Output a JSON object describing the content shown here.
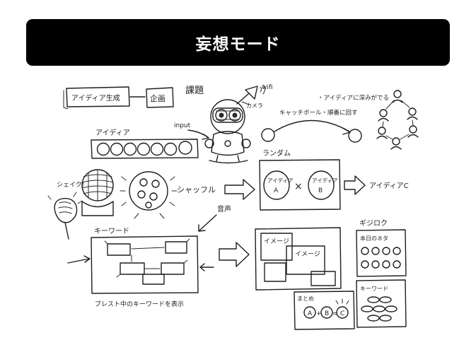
{
  "header": {
    "title": "妄想モード"
  },
  "sketch": {
    "idea_gen_box": "アイディア生成",
    "plan_box": "企画",
    "topic": "課題",
    "wifi": "wifi",
    "camera": "カメラ",
    "input": "input",
    "idea_label": "アイディア",
    "catchball_line1": "・アイディアに深みがでる",
    "catchball_line2": "キャッチボール・順番に回す",
    "shake": "シェイク!",
    "shuffle": "シャッフル",
    "random": "ランダム",
    "idea_a_1": "アイディア",
    "idea_a_2": "A",
    "idea_b_1": "アイディア",
    "idea_b_2": "B",
    "times": "×",
    "idea_c": "アイディアC",
    "voice": "音声",
    "keyword": "キーワード",
    "brainstorm_display": "ブレスト中のキーワードを表示",
    "image1": "イメージ",
    "image2": "イメージ",
    "log": "ギジロク",
    "today_net": "本日のネタ",
    "keyword2": "キーワード",
    "summary": "まとめ",
    "sum_a": "A",
    "sum_b": "B",
    "sum_c": "C",
    "plus": "+",
    "equals": "="
  }
}
